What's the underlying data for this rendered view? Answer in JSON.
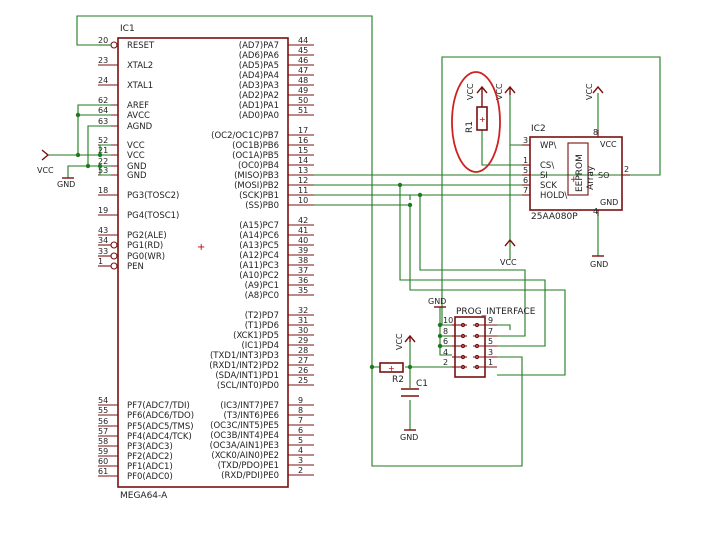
{
  "ic1": {
    "ref": "IC1",
    "value": "MEGA64-A",
    "left_pins": [
      {
        "num": "20",
        "name": "RESET"
      },
      {
        "num": "23",
        "name": "XTAL2"
      },
      {
        "num": "24",
        "name": "XTAL1"
      },
      {
        "num": "62",
        "name": "AREF"
      },
      {
        "num": "64",
        "name": "AVCC"
      },
      {
        "num": "63",
        "name": "AGND"
      },
      {
        "num": "52",
        "name": "VCC"
      },
      {
        "num": "21",
        "name": "VCC"
      },
      {
        "num": "22",
        "name": "GND"
      },
      {
        "num": "53",
        "name": "GND"
      },
      {
        "num": "18",
        "name": "PG3(TOSC2)"
      },
      {
        "num": "19",
        "name": "PG4(TOSC1)"
      },
      {
        "num": "43",
        "name": "PG2(ALE)"
      },
      {
        "num": "34",
        "name": "PG1(RD)"
      },
      {
        "num": "33",
        "name": "PG0(WR)"
      },
      {
        "num": "1",
        "name": "PEN"
      },
      {
        "num": "54",
        "name": "PF7(ADC7/TDI)"
      },
      {
        "num": "55",
        "name": "PF6(ADC6/TDO)"
      },
      {
        "num": "56",
        "name": "PF5(ADC5/TMS)"
      },
      {
        "num": "57",
        "name": "PF4(ADC4/TCK)"
      },
      {
        "num": "58",
        "name": "PF3(ADC3)"
      },
      {
        "num": "59",
        "name": "PF2(ADC2)"
      },
      {
        "num": "60",
        "name": "PF1(ADC1)"
      },
      {
        "num": "61",
        "name": "PF0(ADC0)"
      }
    ],
    "right_pins": [
      {
        "num": "44",
        "name": "(AD7)PA7"
      },
      {
        "num": "45",
        "name": "(AD6)PA6"
      },
      {
        "num": "46",
        "name": "(AD5)PA5"
      },
      {
        "num": "47",
        "name": "(AD4)PA4"
      },
      {
        "num": "48",
        "name": "(AD3)PA3"
      },
      {
        "num": "49",
        "name": "(AD2)PA2"
      },
      {
        "num": "50",
        "name": "(AD1)PA1"
      },
      {
        "num": "51",
        "name": "(AD0)PA0"
      },
      {
        "num": "17",
        "name": "(OC2/OC1C)PB7"
      },
      {
        "num": "16",
        "name": "(OC1B)PB6"
      },
      {
        "num": "15",
        "name": "(OC1A)PB5"
      },
      {
        "num": "14",
        "name": "(OC0)PB4"
      },
      {
        "num": "13",
        "name": "(MISO)PB3"
      },
      {
        "num": "12",
        "name": "(MOSI)PB2"
      },
      {
        "num": "11",
        "name": "(SCK)PB1"
      },
      {
        "num": "10",
        "name": "(SS)PB0"
      },
      {
        "num": "42",
        "name": "(A15)PC7"
      },
      {
        "num": "41",
        "name": "(A14)PC6"
      },
      {
        "num": "40",
        "name": "(A13)PC5"
      },
      {
        "num": "39",
        "name": "(A12)PC4"
      },
      {
        "num": "38",
        "name": "(A11)PC3"
      },
      {
        "num": "37",
        "name": "(A10)PC2"
      },
      {
        "num": "36",
        "name": "(A9)PC1"
      },
      {
        "num": "35",
        "name": "(A8)PC0"
      },
      {
        "num": "32",
        "name": "(T2)PD7"
      },
      {
        "num": "31",
        "name": "(T1)PD6"
      },
      {
        "num": "30",
        "name": "(XCK1)PD5"
      },
      {
        "num": "29",
        "name": "(IC1)PD4"
      },
      {
        "num": "28",
        "name": "(TXD1/INT3)PD3"
      },
      {
        "num": "27",
        "name": "(RXD1/INT2)PD2"
      },
      {
        "num": "26",
        "name": "(SDA/INT1)PD1"
      },
      {
        "num": "25",
        "name": "(SCL/INT0)PD0"
      },
      {
        "num": "9",
        "name": "(IC3/INT7)PE7"
      },
      {
        "num": "8",
        "name": "(T3/INT6)PE6"
      },
      {
        "num": "7",
        "name": "(OC3C/INT5)PE5"
      },
      {
        "num": "6",
        "name": "(OC3B/INT4)PE4"
      },
      {
        "num": "5",
        "name": "(OC3A/AIN1)PE3"
      },
      {
        "num": "4",
        "name": "(XCK0/AIN0)PE2"
      },
      {
        "num": "3",
        "name": "(TXD/PDO)PE1"
      },
      {
        "num": "2",
        "name": "(RXD/PDI)PE0"
      }
    ]
  },
  "ic2": {
    "ref": "IC2",
    "value": "25AA080P",
    "body_line1": "EEPROM",
    "body_line2": "Array",
    "left_pins": [
      {
        "num": "3",
        "name": "WP\\"
      },
      {
        "num": "1",
        "name": "CS\\"
      },
      {
        "num": "5",
        "name": "SI"
      },
      {
        "num": "6",
        "name": "SCK"
      },
      {
        "num": "7",
        "name": "HOLD\\"
      }
    ],
    "top_pins": [
      {
        "num": "8",
        "name": "VCC"
      }
    ],
    "right_pins": [
      {
        "num": "2",
        "name": "SO"
      }
    ],
    "bottom_pins": [
      {
        "num": "4",
        "name": "GND"
      }
    ]
  },
  "r1": {
    "ref": "R1"
  },
  "r2": {
    "ref": "R2"
  },
  "c1": {
    "ref": "C1"
  },
  "prog": {
    "name": "PROG_INTERFACE",
    "left_nums": [
      "10",
      "8",
      "6",
      "4",
      "2"
    ],
    "right_nums": [
      "9",
      "7",
      "5",
      "3",
      "1"
    ]
  },
  "supply": {
    "vcc": "VCC",
    "gnd": "GND"
  },
  "colors": {
    "wire": "#1f7a1f",
    "part": "#7a1010",
    "highlight": "#cc2222"
  }
}
